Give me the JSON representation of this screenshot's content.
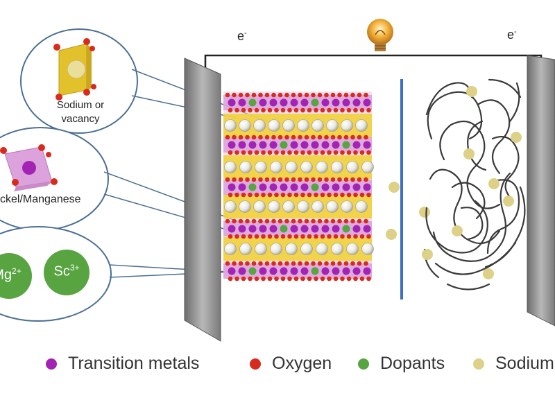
{
  "colors": {
    "transition_metal": "#a323b4",
    "oxygen": "#d92a1e",
    "dopant": "#57a441",
    "sodium": "#ddd087",
    "electrode": "#9c9c9c",
    "separator": "#3f6cc4",
    "callout_border": "#4b6f93",
    "layer_yellow": "#f1d23a",
    "layer_pink": "#dca2db"
  },
  "electron_labels": {
    "left": "e",
    "right": "e",
    "superscript": "-"
  },
  "callouts": {
    "sodium_site": {
      "line1": "Sodium or",
      "line2": "vacancy"
    },
    "tm_site": {
      "label": "ckel/Manganese"
    },
    "dopants": {
      "mg": {
        "base": "Mg",
        "charge": "2+"
      },
      "sc": {
        "base": "Sc",
        "charge": "3+"
      }
    }
  },
  "legend": [
    {
      "label": "Transition metals",
      "color": "#a323b4",
      "icon": "transition-metal-dot"
    },
    {
      "label": "Oxygen",
      "color": "#d92a1e",
      "icon": "oxygen-dot"
    },
    {
      "label": "Dopants",
      "color": "#57a441",
      "icon": "dopant-dot"
    },
    {
      "label": "Sodium",
      "color": "#ddd087",
      "icon": "sodium-dot"
    }
  ],
  "icons": [
    "light-bulb-icon",
    "left-electrode",
    "right-electrode",
    "separator-line",
    "hard-carbon-anode"
  ]
}
